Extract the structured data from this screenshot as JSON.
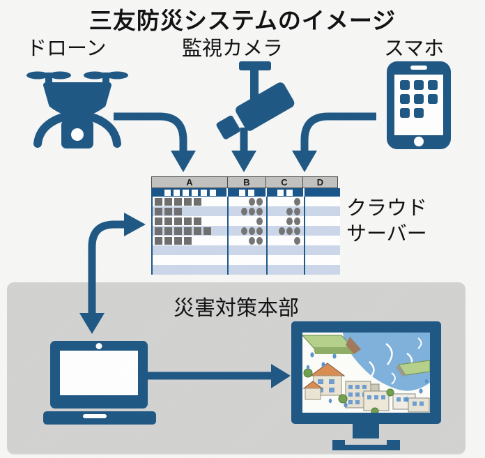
{
  "title": "三友防災システムのイメージ",
  "devices": {
    "drone": {
      "label": "ドローン"
    },
    "camera": {
      "label": "監視カメラ"
    },
    "phone": {
      "label": "スマホ"
    }
  },
  "cloud_server": {
    "label_line1": "クラウド",
    "label_line2": "サーバー"
  },
  "headquarters": {
    "label": "災害対策本部"
  },
  "cloud_table": {
    "columns": [
      "A",
      "B",
      "C",
      "D"
    ],
    "filter_row": {
      "a_squares": 6,
      "b_squares": 2,
      "c_squares": 2,
      "d_squares": 0
    },
    "rows": [
      {
        "a_squares": 5,
        "b_dots": 2,
        "c_dots": 1
      },
      {
        "a_squares": 3,
        "b_dots": 3,
        "c_dots": 2
      },
      {
        "a_squares": 5,
        "b_dots": 1,
        "c_dots": 2
      },
      {
        "a_squares": 6,
        "b_dots": 3,
        "c_dots": 3
      },
      {
        "a_squares": 4,
        "b_dots": 2,
        "c_dots": 1
      },
      {
        "a_squares": 0,
        "b_dots": 0,
        "c_dots": 0
      },
      {
        "a_squares": 0,
        "b_dots": 0,
        "c_dots": 0
      },
      {
        "a_squares": 0,
        "b_dots": 0,
        "c_dots": 0
      }
    ]
  },
  "icons": {
    "drone": "drone-icon",
    "camera": "cctv-camera-icon",
    "phone": "smartphone-icon",
    "laptop": "laptop-icon",
    "monitor": "monitor-icon",
    "flood": "flood-scene-illustration"
  },
  "arrows": [
    "drone-to-cloud",
    "camera-to-cloud",
    "phone-to-cloud",
    "cloud-headquarters-link",
    "laptop-to-monitor"
  ],
  "colors": {
    "accent_blue": "#1f5884",
    "band_blue": "#19568a",
    "stripe_blue": "#ccd8ea",
    "header_gray": "#c2c2c1",
    "panel_gray": "#d3d3d2",
    "page_bg": "#f7f7f6",
    "square_gray": "#6f6f6f",
    "water_blue": "#7fb2dc"
  }
}
